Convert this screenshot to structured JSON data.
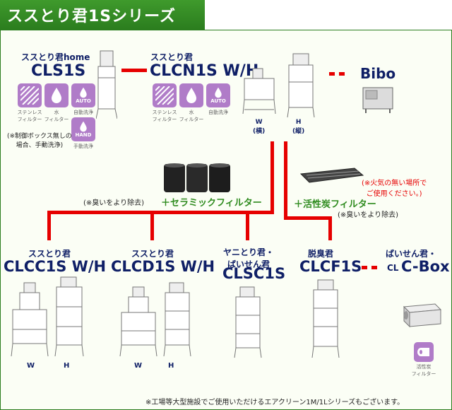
{
  "title": "ススとり君1Sシリーズ",
  "colors": {
    "title_bg": "#2b7d1e",
    "connector": "#e60000",
    "model_text": "#0f1f66",
    "accessory_text": "#2e8b1e",
    "icon_bg": "#b07cc8"
  },
  "cls1s": {
    "series": "ススとり君home",
    "model": "CLS1S",
    "icons": [
      {
        "name": "stainless-filter-icon",
        "caption": "ステンレス\nフィルター"
      },
      {
        "name": "water-filter-icon",
        "caption": "水\nフィルター"
      },
      {
        "name": "auto-wash-icon",
        "badge": "AUTO",
        "caption": "自動洗浄"
      }
    ],
    "hand_icon": {
      "badge": "HAND",
      "caption": "手動洗浄"
    },
    "note": "(※制御ボックス無しの\n場合、手動洗浄)"
  },
  "clcn1s": {
    "series": "ススとり君",
    "model": "CLCN1S W/H",
    "icons": [
      {
        "name": "stainless-filter-icon",
        "caption": "ステンレス\nフィルター"
      },
      {
        "name": "water-filter-icon",
        "caption": "水\nフィルター"
      },
      {
        "name": "auto-wash-icon",
        "badge": "AUTO",
        "caption": "自動洗浄"
      }
    ],
    "variant_w": "W\n(横)",
    "variant_h": "H\n(縦)"
  },
  "bibo": {
    "model": "Bibo"
  },
  "ceramic_filter": {
    "label": "＋セラミックフィルター",
    "note": "(※臭いをより除去)"
  },
  "carbon_filter": {
    "label": "＋活性炭フィルター",
    "note": "(※臭いをより除去)",
    "warning": "(※火気の無い場所で\nご使用ください。)"
  },
  "clcc1s": {
    "series": "ススとり君",
    "model": "CLCC1S W/H",
    "w": "W",
    "h": "H"
  },
  "clcd1s": {
    "series": "ススとり君",
    "model": "CLCD1S W/H",
    "w": "W",
    "h": "H"
  },
  "clsc1s": {
    "series": "ヤニとり君・\nばいせん君",
    "model": "CLSC1S"
  },
  "clcf1s": {
    "series": "脱臭君",
    "model": "CLCF1S"
  },
  "cbox": {
    "series": "ばいせん君・",
    "prefix": "CL",
    "model": "C-Box",
    "icon_caption": "活性炭\nフィルター"
  },
  "footer": "※工場等大型施設でご使用いただけるエアクリーン1M/1Lシリーズもございます。"
}
